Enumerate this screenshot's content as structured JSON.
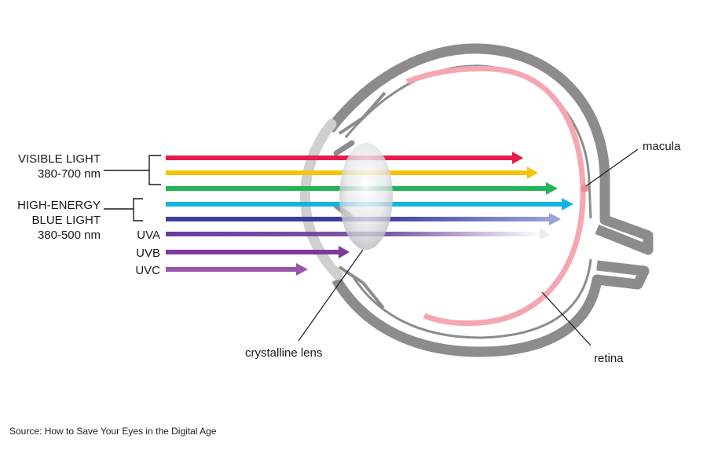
{
  "labels": {
    "visible_light": "VISIBLE LIGHT",
    "visible_range": "380-700 nm",
    "blue_light_1": "HIGH-ENERGY",
    "blue_light_2": "BLUE LIGHT",
    "blue_range": "380-500 nm",
    "uva": "UVA",
    "uvb": "UVB",
    "uvc": "UVC",
    "macula": "macula",
    "retina": "retina",
    "lens": "crystalline lens"
  },
  "rays": [
    {
      "name": "red",
      "color": "#e8194b"
    },
    {
      "name": "yellow",
      "color": "#f6c40d"
    },
    {
      "name": "green",
      "color": "#23b257"
    },
    {
      "name": "blue",
      "color": "#12b4e6"
    },
    {
      "name": "indigo",
      "color": "#3c3e9c"
    },
    {
      "name": "uva",
      "color": "#6a3d9a"
    },
    {
      "name": "uvb",
      "color": "#7d3a98"
    },
    {
      "name": "uvc",
      "color": "#9b55a8"
    }
  ],
  "colors": {
    "eye_wall": "#8c8c8d",
    "retina": "#f4a7b0",
    "cornea": "#cfcfd0"
  },
  "source": "Source: How to Save Your Eyes in the Digital Age"
}
